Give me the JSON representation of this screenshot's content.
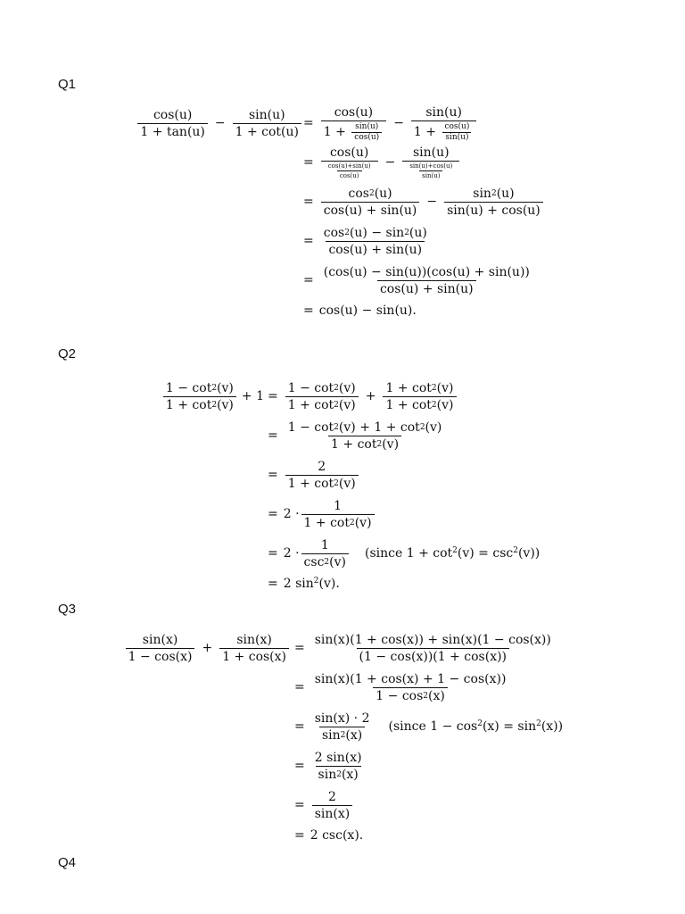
{
  "questions": [
    {
      "label": "Q1",
      "lhs": {
        "f1_num": "cos(u)",
        "f1_den": "1 + tan(u)",
        "op": "−",
        "f2_num": "sin(u)",
        "f2_den": "1 + cot(u)"
      },
      "steps": [
        {
          "a_num": "cos(u)",
          "a_den_pre": "1 +",
          "a_den_num": "sin(u)",
          "a_den_den": "cos(u)",
          "op": "−",
          "b_num": "sin(u)",
          "b_den_pre": "1 +",
          "b_den_num": "cos(u)",
          "b_den_den": "sin(u)"
        },
        {
          "a_num": "cos(u)",
          "a_den_num": "cos(u)+sin(u)",
          "a_den_den": "cos(u)",
          "op": "−",
          "b_num": "sin(u)",
          "b_den_num": "sin(u)+cos(u)",
          "b_den_den": "sin(u)"
        },
        {
          "a_num_base": "cos",
          "a_num_exp": "2",
          "a_num_arg": "(u)",
          "a_den": "cos(u) + sin(u)",
          "op": "−",
          "b_num_base": "sin",
          "b_num_exp": "2",
          "b_num_arg": "(u)",
          "b_den": "sin(u) + cos(u)"
        },
        {
          "num_p1": "cos",
          "num_e1": "2",
          "num_p2": "(u) − sin",
          "num_e2": "2",
          "num_p3": "(u)",
          "den": "cos(u) + sin(u)"
        },
        {
          "num": "(cos(u) − sin(u))(cos(u) + sin(u))",
          "den": "cos(u) + sin(u)"
        },
        {
          "text": "cos(u) − sin(u)."
        }
      ]
    },
    {
      "label": "Q2",
      "lhs": {
        "num_p1": "1 − cot",
        "num_e": "2",
        "num_p2": "(v)",
        "den_p1": "1 + cot",
        "den_e": "2",
        "den_p2": "(v)",
        "tail": "+ 1"
      },
      "steps": [
        {
          "a_num_p1": "1 − cot",
          "a_num_e": "2",
          "a_num_p2": "(v)",
          "a_den_p1": "1 + cot",
          "a_den_e": "2",
          "a_den_p2": "(v)",
          "op": "+",
          "b_num_p1": "1 + cot",
          "b_num_e": "2",
          "b_num_p2": "(v)",
          "b_den_p1": "1 + cot",
          "b_den_e": "2",
          "b_den_p2": "(v)"
        },
        {
          "num_p1": "1 − cot",
          "num_e1": "2",
          "num_p2": "(v) + 1 + cot",
          "num_e2": "2",
          "num_p3": "(v)",
          "den_p1": "1 + cot",
          "den_e": "2",
          "den_p2": "(v)"
        },
        {
          "num": "2",
          "den_p1": "1 + cot",
          "den_e": "2",
          "den_p2": "(v)"
        },
        {
          "coef": "2 ·",
          "num": "1",
          "den_p1": "1 + cot",
          "den_e": "2",
          "den_p2": "(v)"
        },
        {
          "coef": "2 ·",
          "num": "1",
          "den_p1": "csc",
          "den_e": "2",
          "den_p2": "(v)",
          "note_p1": "(since 1 + cot",
          "note_e1": "2",
          "note_p2": "(v) = csc",
          "note_e2": "2",
          "note_p3": "(v))"
        },
        {
          "text_p1": "2 sin",
          "text_e": "2",
          "text_p2": "(v)."
        }
      ]
    },
    {
      "label": "Q3",
      "lhs": {
        "f1_num": "sin(x)",
        "f1_den": "1 − cos(x)",
        "op": "+",
        "f2_num": "sin(x)",
        "f2_den": "1 + cos(x)"
      },
      "steps": [
        {
          "num": "sin(x)(1 + cos(x)) + sin(x)(1 − cos(x))",
          "den": "(1 − cos(x))(1 + cos(x))"
        },
        {
          "num": "sin(x)(1 + cos(x) + 1 − cos(x))",
          "den_p1": "1 − cos",
          "den_e": "2",
          "den_p2": "(x)"
        },
        {
          "num": "sin(x) · 2",
          "den_p1": "sin",
          "den_e": "2",
          "den_p2": "(x)",
          "note_p1": "(since 1 − cos",
          "note_e1": "2",
          "note_p2": "(x) = sin",
          "note_e2": "2",
          "note_p3": "(x))"
        },
        {
          "num": "2 sin(x)",
          "den_p1": "sin",
          "den_e": "2",
          "den_p2": "(x)"
        },
        {
          "num": "2",
          "den": "sin(x)"
        },
        {
          "text": "2 csc(x)."
        }
      ]
    },
    {
      "label": "Q4"
    }
  ],
  "eq_sign": "="
}
